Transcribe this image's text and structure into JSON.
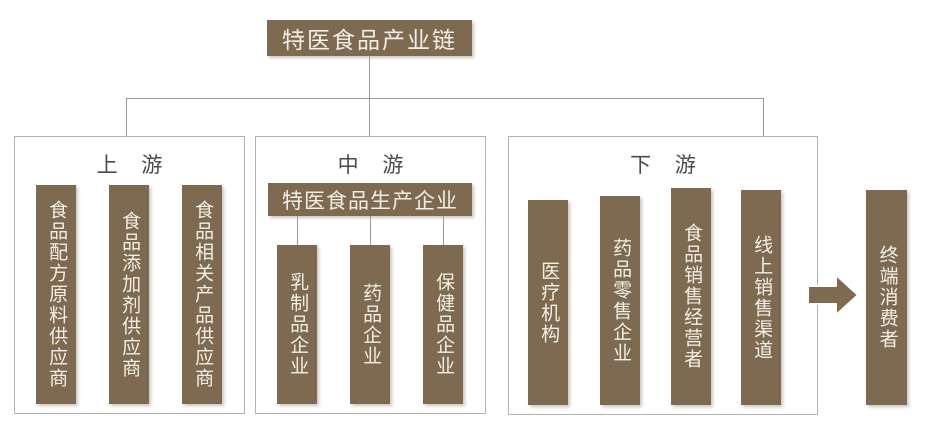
{
  "diagram": {
    "title": "特医食品产业链",
    "sections": [
      {
        "id": "upstream",
        "title": "上  游",
        "nodes": [
          {
            "label": "食品配方原料供应商"
          },
          {
            "label": "食品添加剂供应商"
          },
          {
            "label": "食品相关产品供应商"
          }
        ]
      },
      {
        "id": "midstream",
        "title": "中  游",
        "hub": "特医食品生产企业",
        "nodes": [
          {
            "label": "乳制品企业"
          },
          {
            "label": "药品企业"
          },
          {
            "label": "保健品企业"
          }
        ]
      },
      {
        "id": "downstream",
        "title": "下  游",
        "nodes": [
          {
            "label": "医疗机构"
          },
          {
            "label": "药品零售企业"
          },
          {
            "label": "食品销售经营者"
          },
          {
            "label": "线上销售渠道"
          }
        ]
      }
    ],
    "terminal": {
      "label": "终端消费者",
      "arrow_icon": "arrow-right-icon"
    },
    "colors": {
      "box_fill": "#7d6a50",
      "box_text": "#f3efe6",
      "section_border": "#b5b2ac",
      "connector": "#9d9a94",
      "section_title_text": "#4a4a48",
      "background": "#ffffff"
    }
  }
}
